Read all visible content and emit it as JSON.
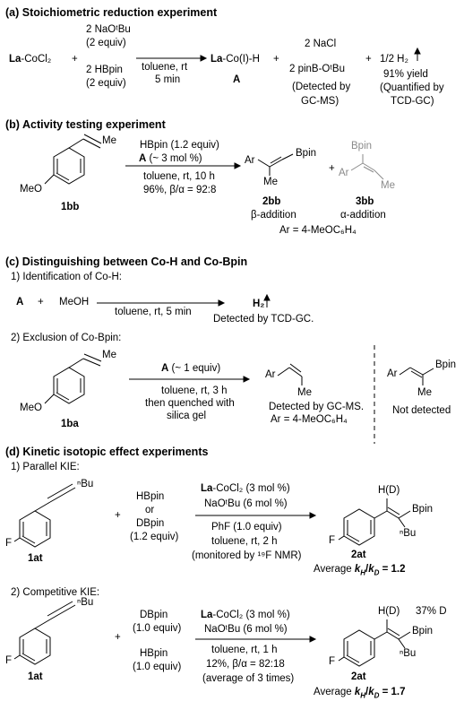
{
  "a": {
    "heading": "(a) Stoichiometric reduction experiment",
    "reactant1": "La-CoCl₂",
    "plus1": "+",
    "base": "2 NaOᵗBu",
    "base_equiv": "(2 equiv)",
    "boron": "2 HBpin",
    "boron_equiv": "(2 equiv)",
    "cond1": "toluene, rt",
    "cond2": "5 min",
    "product": "La-Co(I)-H",
    "product_label": "A",
    "plus2": "+",
    "nacl": "2 NaCl",
    "boronate": "2 pinB-OᵗBu",
    "detected": "(Detected by",
    "gcms": "GC-MS)",
    "plus3": "+",
    "h2": "1/2 H₂",
    "yield": "91% yield",
    "quantified": "(Quantified by",
    "tcd": "TCD-GC)"
  },
  "b": {
    "heading": "(b) Activity testing experiment",
    "me": "Me",
    "meo": "MeO",
    "sm_label": "1bb",
    "reagent": "HBpin (1.2 equiv)",
    "catalyst": "A (~ 3 mol %)",
    "cond1": "toluene, rt, 10 h",
    "cond2": "96%, β/α = 92:8",
    "p1_ar": "Ar",
    "p1_bpin": "Bpin",
    "p1_me": "Me",
    "plus": "+",
    "p2_bpin": "Bpin",
    "p2_ar": "Ar",
    "p2_me": "Me",
    "p1_label": "2bb",
    "p1_desc": "β-addition",
    "p2_label": "3bb",
    "p2_desc": "α-addition",
    "ar_def": "Ar = 4-MeOC₆H₄"
  },
  "c": {
    "heading": "(c) Distinguishing between Co-H and Co-Bpin",
    "sub1": "1) Identification of Co-H:",
    "a_label": "A",
    "plus": "+",
    "meoh": "MeOH",
    "cond": "toluene, rt, 5 min",
    "h2": "H₂",
    "detected": "Detected by TCD-GC.",
    "sub2": "2) Exclusion of Co-Bpin:",
    "me": "Me",
    "meo": "MeO",
    "sm_label": "1ba",
    "reagent": "A (~ 1 equiv)",
    "cond1": "toluene, rt, 3 h",
    "cond2": "then quenched with",
    "cond3": "silica gel",
    "p_ar": "Ar",
    "p_me": "Me",
    "p_detected": "Detected by GC-MS.",
    "ar_def": "Ar = 4-MeOC₆H₄",
    "nd_ar": "Ar",
    "nd_bpin": "Bpin",
    "nd_me": "Me",
    "not_detected": "Not detected"
  },
  "d": {
    "heading": "(d) Kinetic isotopic effect experiments",
    "sub1": "1) Parallel KIE:",
    "nbu": "ⁿBu",
    "f": "F",
    "sm_label": "1at",
    "plus": "+",
    "hbpin": "HBpin",
    "or": "or",
    "dbpin": "DBpin",
    "equiv": "(1.2 equiv)",
    "cat": "La-CoCl₂ (3 mol %)",
    "base": "NaOᵗBu (6 mol %)",
    "phf": "PhF (1.0 equiv)",
    "cond": "toluene, rt, 2 h",
    "monitor": "(monitored by ¹⁹F NMR)",
    "hd": "H(D)",
    "bpin": "Bpin",
    "p_nbu": "ⁿBu",
    "p_f": "F",
    "p_label": "2at",
    "kie_prefix": "Average ",
    "kie_value": "kH/kD = 1.2",
    "sub2": "2) Competitive KIE:",
    "nbu2": "ⁿBu",
    "f2": "F",
    "sm_label2": "1at",
    "plus2": "+",
    "dbpin2": "DBpin",
    "dbpin2_equiv": "(1.0 equiv)",
    "hbpin2": "HBpin",
    "hbpin2_equiv": "(1.0 equiv)",
    "cat2": "La-CoCl₂ (3 mol %)",
    "base2": "NaOᵗBu (6 mol %)",
    "cond2": "toluene, rt, 1 h",
    "yield2": "12%, β/α = 82:18",
    "avg2": "(average of 3 times)",
    "hd2": "H(D)",
    "pct_d": "37% D",
    "bpin2": "Bpin",
    "p_nbu2": "ⁿBu",
    "p_f2": "F",
    "p_label2": "2at",
    "kie_prefix2": "Average ",
    "kie_value2": "kH/kD = 1.7"
  }
}
